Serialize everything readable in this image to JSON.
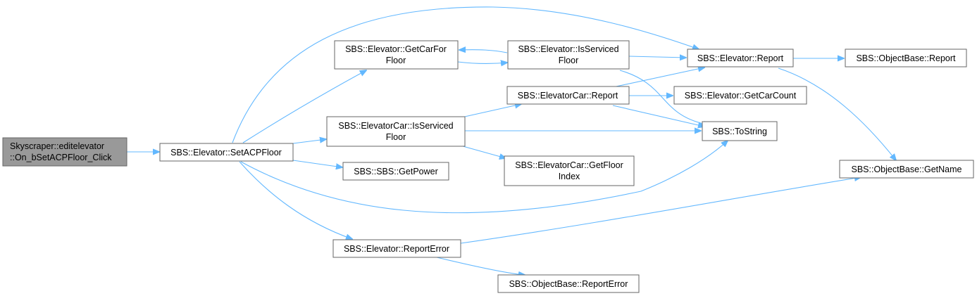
{
  "nodes": {
    "root": [
      "Skyscraper::editelevator",
      "::On_bSetACPFloor_Click"
    ],
    "setacpfloor": [
      "SBS::Elevator::SetACPFloor"
    ],
    "getcarforfloor": [
      "SBS::Elevator::GetCarFor",
      "Floor"
    ],
    "elevator_isserviced": [
      "SBS::Elevator::IsServiced",
      "Floor"
    ],
    "elevator_report": [
      "SBS::Elevator::Report"
    ],
    "objectbase_report": [
      "SBS::ObjectBase::Report"
    ],
    "elevatorcar_report": [
      "SBS::ElevatorCar::Report"
    ],
    "getcarcount": [
      "SBS::Elevator::GetCarCount"
    ],
    "elevatorcar_isserviced": [
      "SBS::ElevatorCar::IsServiced",
      "Floor"
    ],
    "tostring": [
      "SBS::ToString"
    ],
    "getname": [
      "SBS::ObjectBase::GetName"
    ],
    "getfloorindex": [
      "SBS::ElevatorCar::GetFloor",
      "Index"
    ],
    "getpower": [
      "SBS::SBS::GetPower"
    ],
    "reporterror": [
      "SBS::Elevator::ReportError"
    ],
    "objectbase_reporterror": [
      "SBS::ObjectBase::ReportError"
    ]
  },
  "colors": {
    "edge": "#63b8ff",
    "node_border": "#666666",
    "root_fill": "#999999",
    "node_fill": "#ffffff"
  }
}
